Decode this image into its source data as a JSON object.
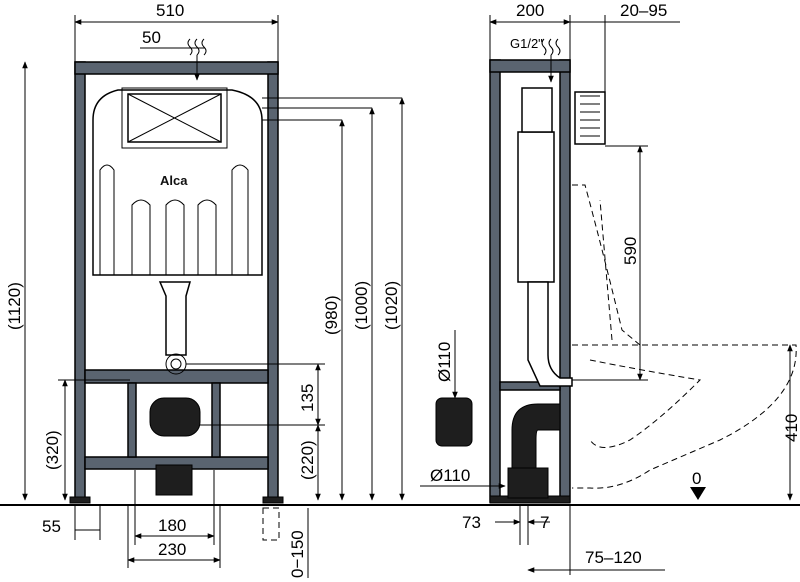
{
  "logo_text": "Alca",
  "front_view": {
    "width_total": "510",
    "offset_top": "50",
    "height_total": "(1120)",
    "height_980": "(980)",
    "height_1000": "(1000)",
    "height_1020": "(1020)",
    "dim_135": "135",
    "height_320": "(320)",
    "height_220": "(220)",
    "range_0_150": "0−150",
    "foot_55": "55",
    "dim_180": "180",
    "dim_230": "230"
  },
  "side_view": {
    "depth": "200",
    "range_20_95": "20–95",
    "thread": "G1/2\"",
    "height_590": "590",
    "dia_110_upper": "Ø110",
    "dia_110_lower": "Ø110",
    "height_410": "410",
    "zero": "0",
    "dim_73": "73",
    "dim_7": "7",
    "range_75_120": "75–120"
  },
  "colors": {
    "frame": "#5a6470",
    "line": "#000000",
    "background": "#ffffff"
  }
}
